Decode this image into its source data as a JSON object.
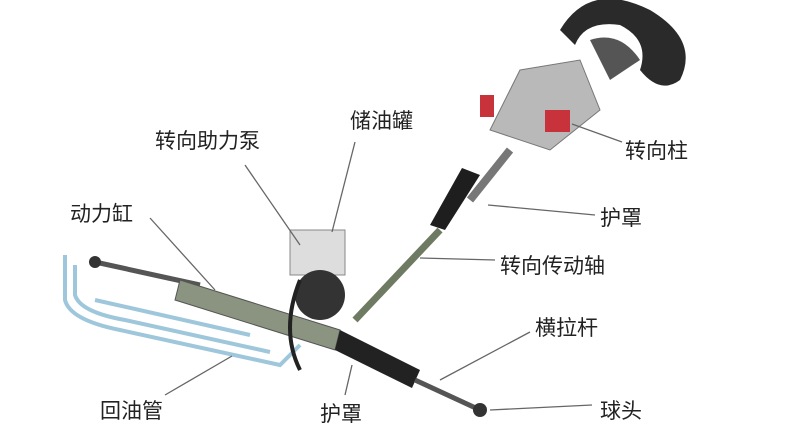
{
  "labels": {
    "power_steering_pump": "转向助力泵",
    "oil_reservoir": "储油罐",
    "power_cylinder": "动力缸",
    "steering_column": "转向柱",
    "boot_upper": "护罩",
    "steering_shaft": "转向传动轴",
    "tie_rod": "横拉杆",
    "return_pipe": "回油管",
    "boot_lower": "护罩",
    "ball_joint": "球头"
  }
}
